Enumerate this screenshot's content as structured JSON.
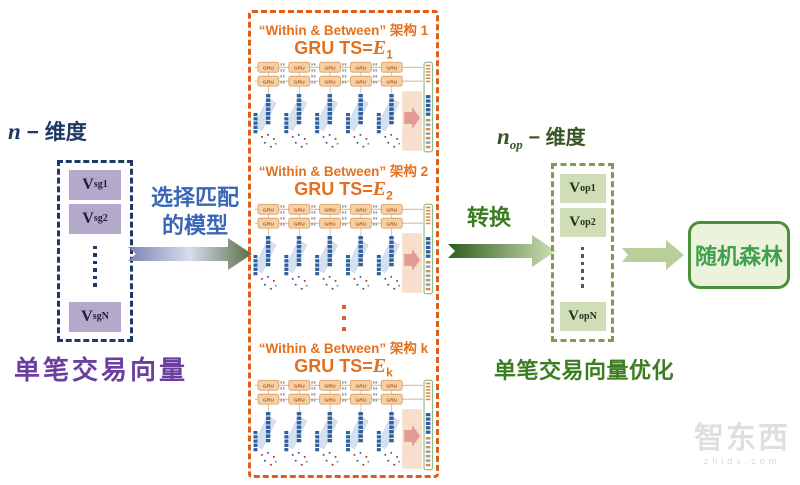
{
  "colors": {
    "accent_orange": "#e4701e",
    "navy": "#1f3864",
    "purple": "#6b3fa0",
    "arrow_label_blue": "#3a66b8",
    "green_dark": "#375623",
    "green": "#3c7d22",
    "random_forest_green": "#3fa14c"
  },
  "left": {
    "dim": {
      "var": "n",
      "rest": " − 维度"
    },
    "vector": [
      {
        "base": "V",
        "sub": "sg1"
      },
      {
        "base": "V",
        "sub": "sg2"
      },
      {
        "base": "V",
        "sub": "sgN"
      }
    ],
    "caption": "单笔交易向量"
  },
  "arrow1": {
    "line1": "选择匹配",
    "line2": "的模型"
  },
  "middle": {
    "gru_box_label": "GRU",
    "architectures": [
      {
        "title": "“Within & Between” 架构 1",
        "gru_prefix": "GRU TS=",
        "e_var": "E",
        "e_sub": "1"
      },
      {
        "title": "“Within & Between” 架构 2",
        "gru_prefix": "GRU TS=",
        "e_var": "E",
        "e_sub": "2"
      },
      {
        "title": "“Within & Between” 架构 k",
        "gru_prefix": "GRU TS=",
        "e_var": "E",
        "e_sub": "k"
      }
    ]
  },
  "arrow2": {
    "label": "转换"
  },
  "right": {
    "dim": {
      "var": "n",
      "var_sub": "op",
      "rest": " − 维度"
    },
    "vector": [
      {
        "base": "V",
        "sub": "op1"
      },
      {
        "base": "V",
        "sub": "op2"
      },
      {
        "base": "V",
        "sub": "opN"
      }
    ],
    "caption": "单笔交易向量优化"
  },
  "output": {
    "label": "随机森林"
  },
  "watermark": {
    "brand": "智东西",
    "domain": "zhidx.com"
  }
}
